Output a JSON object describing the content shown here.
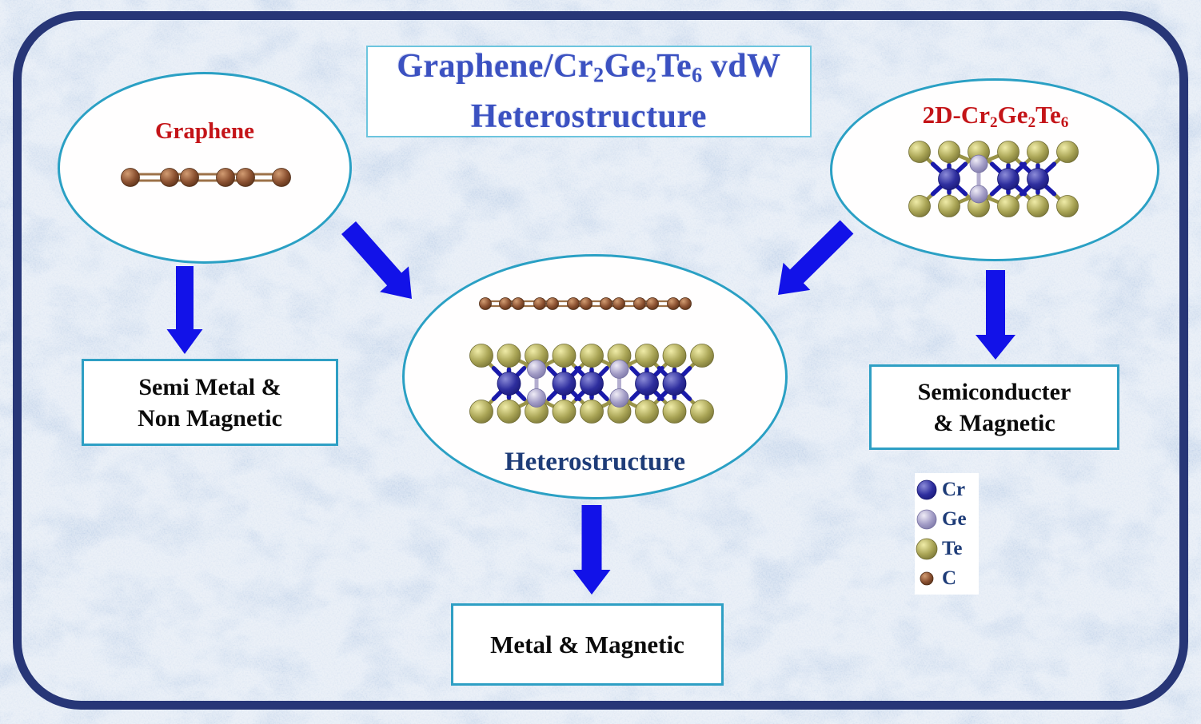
{
  "colors": {
    "arrow": "#1212e8",
    "outer_border": "#273677",
    "ellipse_border": "#2aa0c4",
    "box_border": "#2e9fc4",
    "title_text": "#3b51c1",
    "red_label": "#c41418",
    "navy_label": "#1e3c78",
    "atoms": {
      "cr": {
        "main": "#2e2e9e",
        "hi": "#8c8cd8",
        "dark": "#161670"
      },
      "ge": {
        "main": "#a29cc6",
        "hi": "#efecf6",
        "dark": "#746fa0"
      },
      "te": {
        "main": "#a9a455",
        "hi": "#f0eca8",
        "dark": "#6f6b30"
      },
      "c": {
        "main": "#8a5030",
        "hi": "#d29c72",
        "dark": "#4f2b14"
      }
    },
    "bonds": {
      "cr": "#1a1aaa",
      "te": "#9a9448",
      "ge": "#b3adcf",
      "c": "#9c7148"
    }
  },
  "title": {
    "seg1": "Graphene/Cr",
    "sub1": "2",
    "seg2": "Ge",
    "sub2": "2",
    "seg3": "Te",
    "sub3": "6",
    "seg4": "vdW",
    "line2": "Heterostructure"
  },
  "left_ellipse": {
    "label": "Graphene"
  },
  "right_ellipse": {
    "seg1": "2D-Cr",
    "sub1": "2",
    "seg2": "Ge",
    "sub2": "2",
    "seg3": "Te",
    "sub3": "6"
  },
  "center_ellipse": {
    "label": "Heterostructure"
  },
  "boxes": {
    "left": {
      "line1": "Semi Metal &",
      "line2": "Non Magnetic"
    },
    "right": {
      "line1": "Semiconducter",
      "line2": "& Magnetic"
    },
    "bottom": {
      "label": "Metal & Magnetic"
    }
  },
  "legend": {
    "items": [
      {
        "label": "Cr",
        "atom": "cr"
      },
      {
        "label": "Ge",
        "atom": "ge"
      },
      {
        "label": "Te",
        "atom": "te"
      },
      {
        "label": "C",
        "atom": "c"
      }
    ]
  }
}
